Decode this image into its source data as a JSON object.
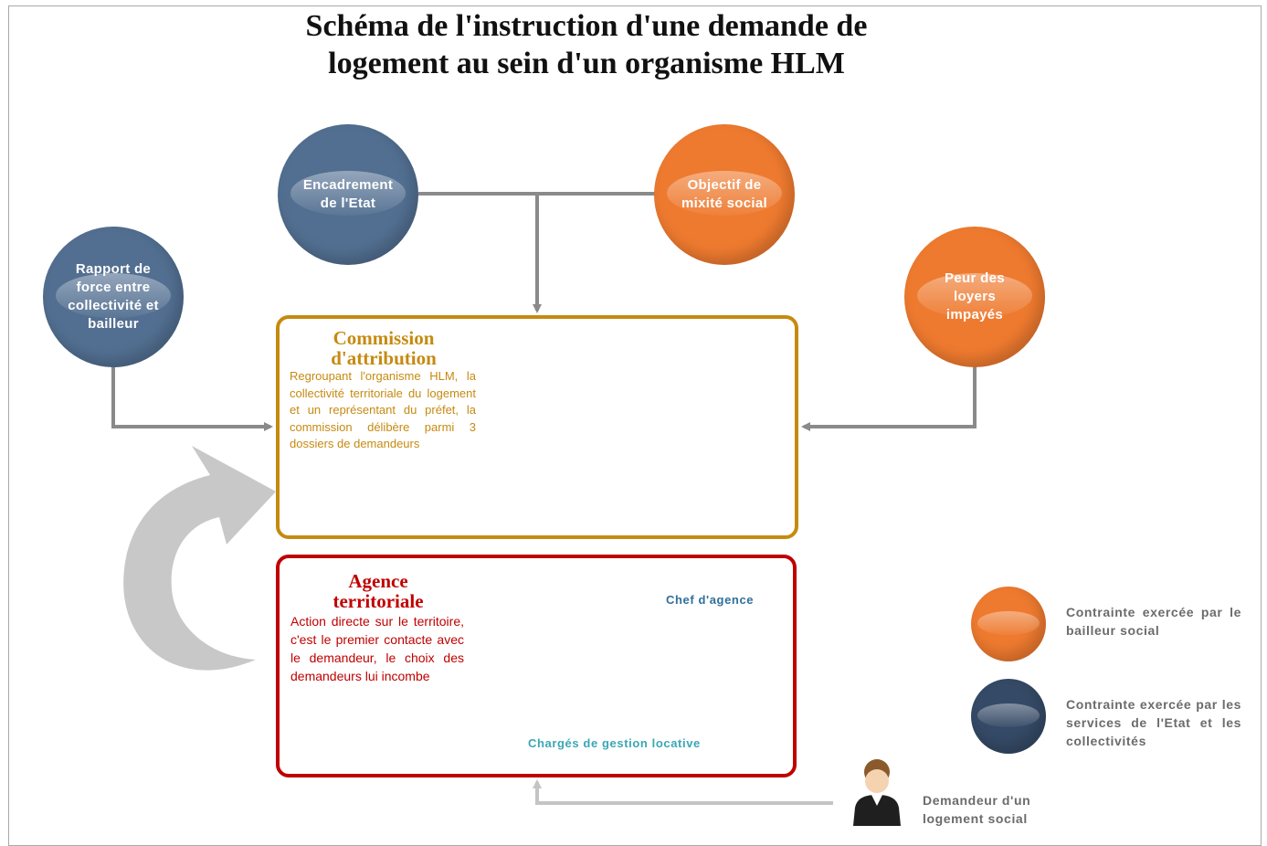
{
  "title": {
    "line1": "Schéma de l'instruction d'une demande de",
    "line2": "logement au sein d'un organisme HLM"
  },
  "nodes": {
    "encadrement": {
      "line1": "Encadrement",
      "line2": "de l'Etat",
      "color": "#526f91"
    },
    "mixite": {
      "line1": "Objectif de",
      "line2": "mixité social",
      "color": "#ee7a2f"
    },
    "rapport": {
      "line1": "Rapport de",
      "line2": "force entre",
      "line3": "collectivité et",
      "line4": "bailleur",
      "color": "#526f91"
    },
    "impayes": {
      "line1": "Peur des",
      "line2": "loyers",
      "line3": "impayés",
      "color": "#ee7a2f"
    }
  },
  "commission": {
    "title1": "Commission",
    "title2": "d'attribution",
    "description": "Regroupant l'organisme HLM, la collectivité territoriale du logement et un représentant du préfet, la commission délibère parmi 3 dossiers de demandeurs",
    "color": "#c68a10"
  },
  "agence": {
    "title1": "Agence",
    "title2": "territoriale",
    "description": "Action directe sur le territoire, c'est le premier contacte avec le demandeur, le choix des demandeurs lui incombe",
    "chef_label": "Chef d'agence",
    "charges_label": "Chargés de gestion locative",
    "color": "#c00000"
  },
  "legend": {
    "orange_label": "Contrainte exercée par le bailleur social",
    "blue_label": "Contrainte exercée par les services de l'Etat et les collectivités"
  },
  "demandeur": {
    "line1": "Demandeur d'un",
    "line2": "logement social"
  },
  "colors": {
    "blue": "#526f91",
    "orange": "#ee7a2f",
    "arrow": "#8a8a8a",
    "org_line": "#4bb8c0",
    "legend_text": "#6b6b6b"
  }
}
